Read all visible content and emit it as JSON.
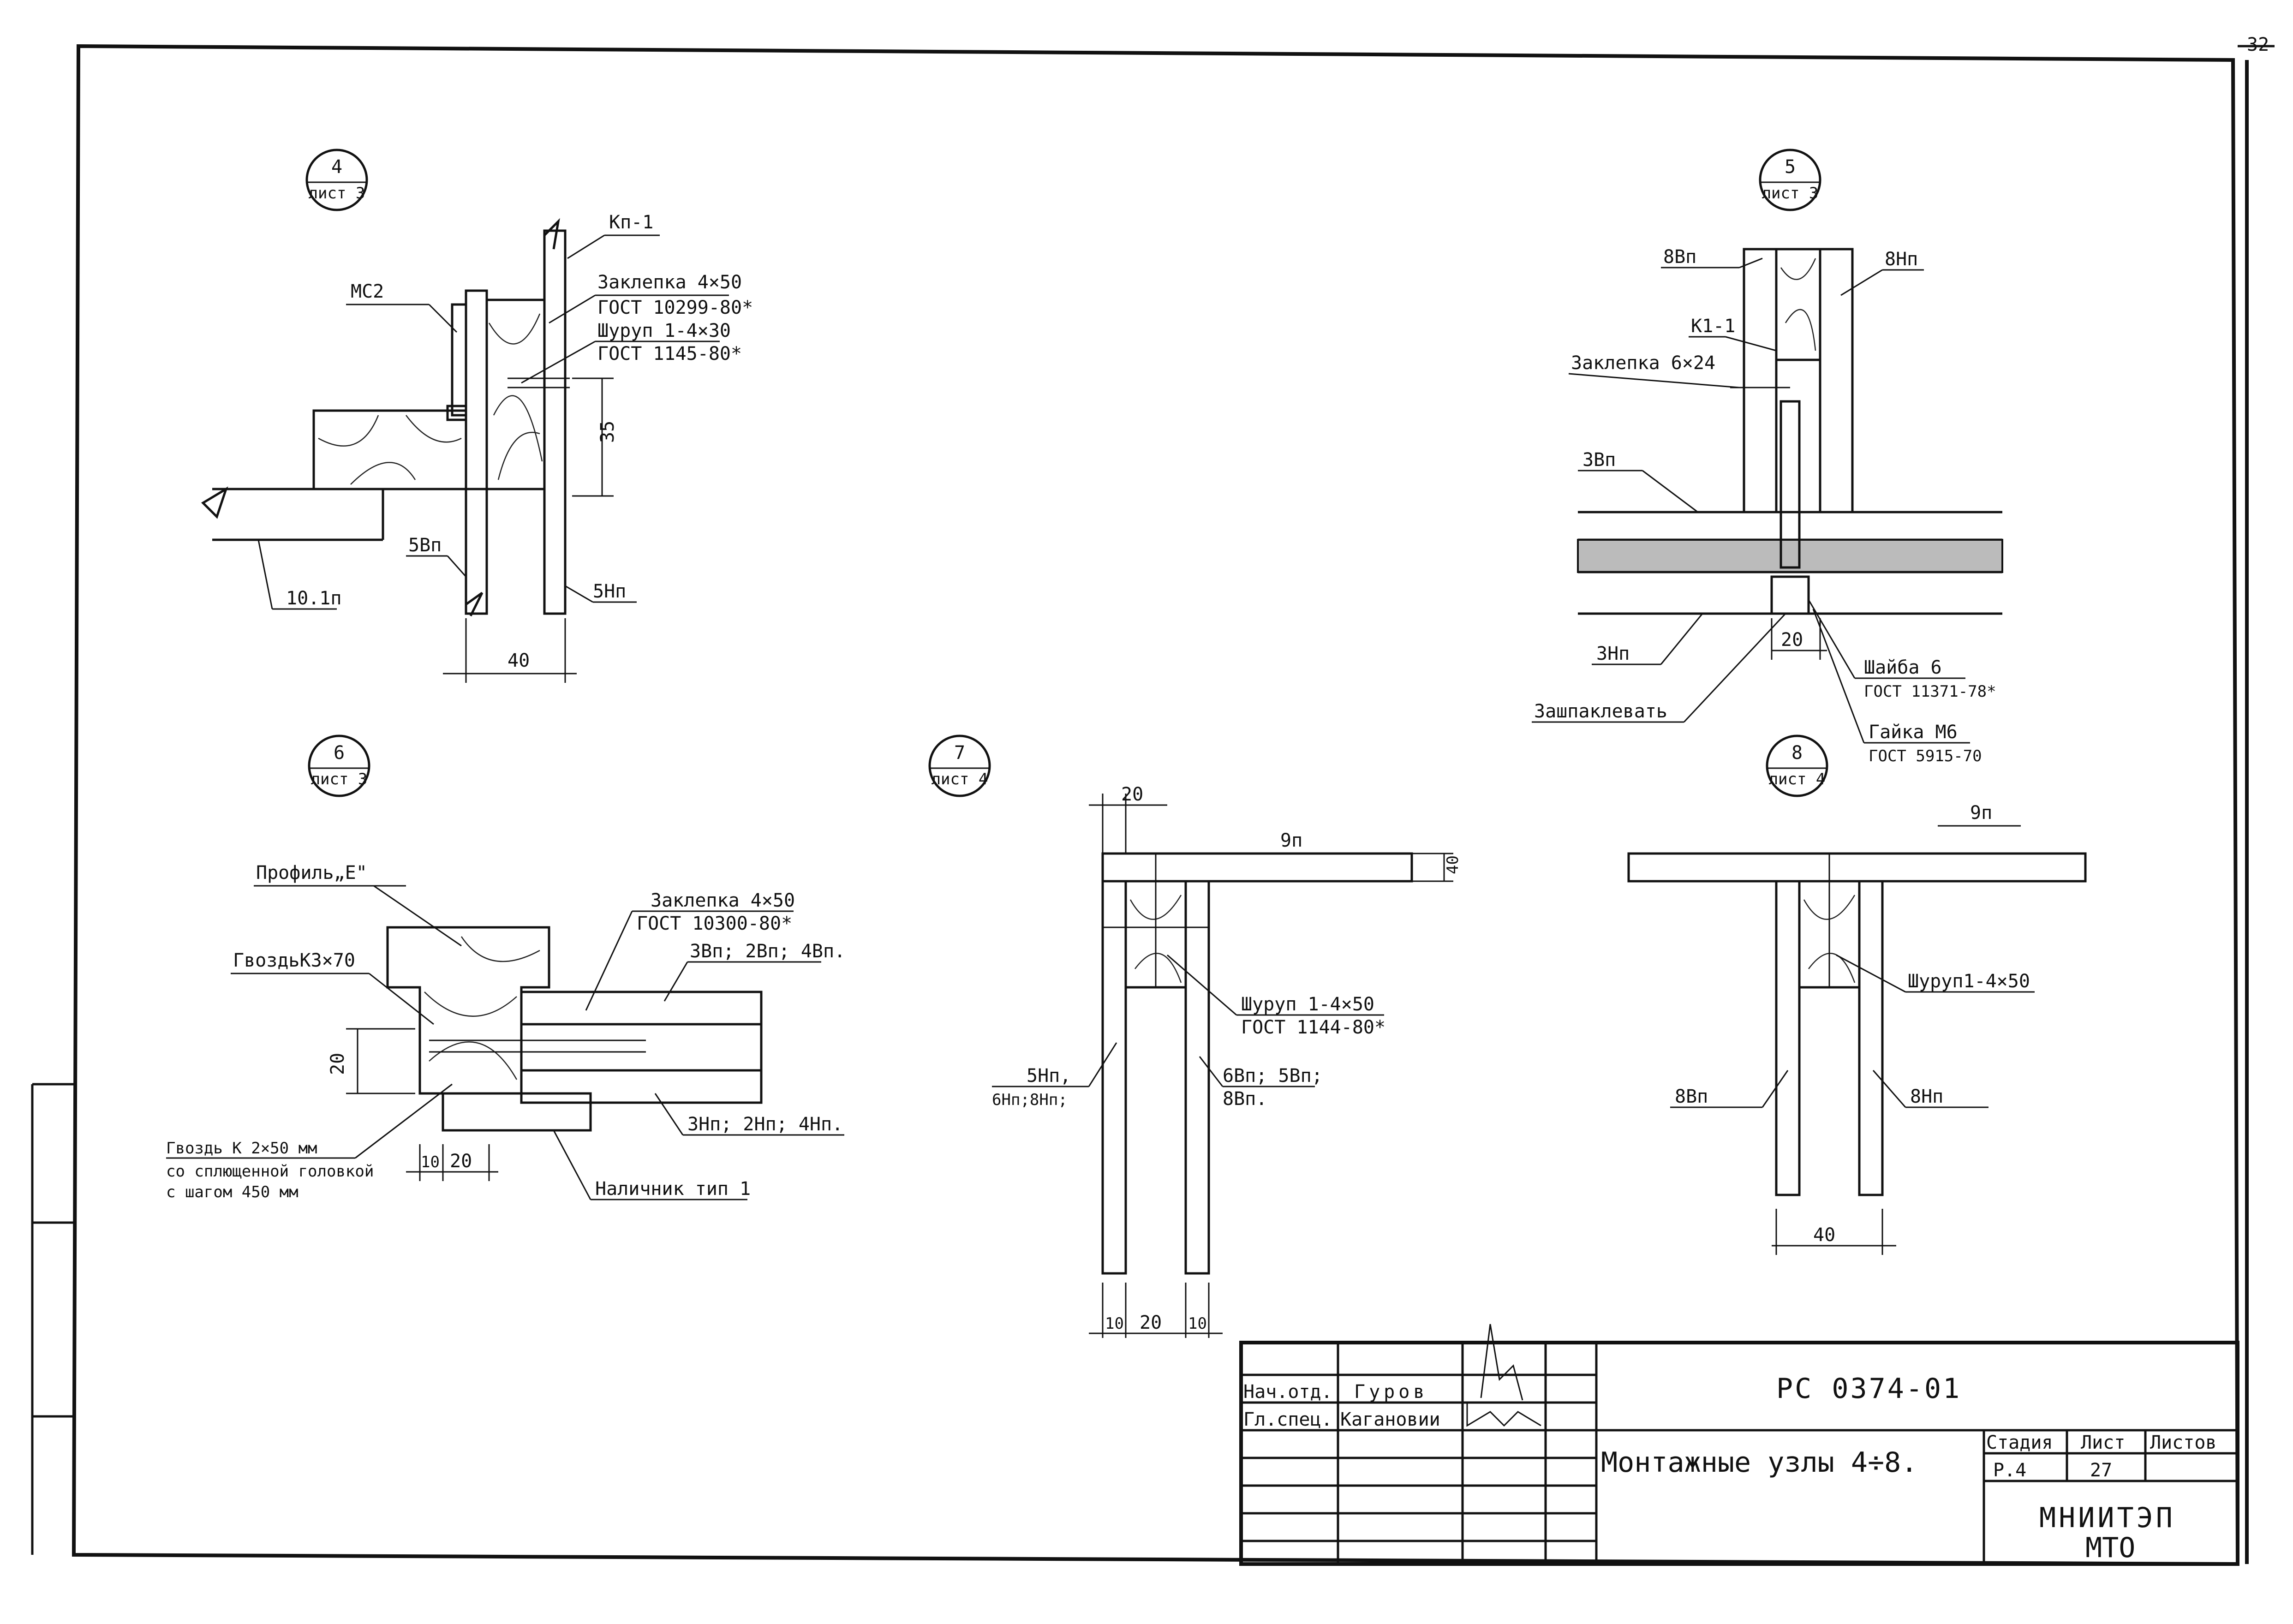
{
  "sheet_number": "32",
  "details": [
    {
      "num": "4",
      "sheet": "лист 3"
    },
    {
      "num": "5",
      "sheet": "лист 3"
    },
    {
      "num": "6",
      "sheet": "лист 3"
    },
    {
      "num": "7",
      "sheet": "лист 4"
    },
    {
      "num": "8",
      "sheet": "лист 4"
    }
  ],
  "node4": {
    "kp1": "Кп-1",
    "mc2": "МС2",
    "rivet": "Заклепка 4×50",
    "rivet_std": "ГОСТ 10299-80*",
    "screw": "Шуруп 1-4×30",
    "screw_std": "ГОСТ 1145-80*",
    "dim35": "35",
    "p5vp": "5Вп",
    "p5np": "5Нп",
    "p10": "10.1п",
    "dim40": "40"
  },
  "node5": {
    "p8vp": "8Вп",
    "p8np": "8Нп",
    "k11": "К1-1",
    "rivet": "Заклепка 6×24",
    "p3vp": "3Вп",
    "p3np": "3Нп",
    "dim20": "20",
    "washer": "Шайба 6",
    "washer_std": "ГОСТ 11371-78*",
    "nut": "Гайка М6",
    "nut_std": "ГОСТ 5915-70",
    "putty": "Зашпаклевать"
  },
  "node6": {
    "profile": "Профиль„Е\"",
    "nail1": "ГвоздьК3×70",
    "rivet": "Заклепка 4×50",
    "rivet_std": "ГОСТ 10300-80*",
    "panels_top": "3Вп; 2Вп; 4Вп.",
    "dim20v": "20",
    "panels_bot": "3Нп; 2Нп; 4Нп.",
    "nail2_l1": "Гвоздь К 2×50 мм",
    "nail2_l2": "со сплющенной головкой",
    "nail2_l3": "с шагом 450 мм",
    "dim10": "10",
    "dim20": "20",
    "trim": "Наличник тип 1"
  },
  "node7": {
    "dim20": "20",
    "p9": "9п",
    "dim40": "40",
    "screw": "Шуруп 1-4×50",
    "screw_std": "ГОСТ 1144-80*",
    "left1": "5Нп,",
    "left2": "6Нп;8Нп;",
    "right1": "6Вп; 5Вп;",
    "right2": "8Вп.",
    "d1": "10",
    "d2": "20",
    "d3": "10"
  },
  "node8": {
    "p9": "9п",
    "screw": "Шуруп1-4×50",
    "p8vp": "8Вп",
    "p8np": "8Нп",
    "dim40": "40"
  },
  "title_block": {
    "rows": [
      {
        "role": "Нач.отд.",
        "name": "Гуров"
      },
      {
        "role": "Гл.спец.",
        "name": "Кагановии"
      }
    ],
    "code": "РС 0374-01",
    "title": "Монтажные узлы 4÷8.",
    "stage_h": "Стадия",
    "sheet_h": "Лист",
    "sheets_h": "Листов",
    "stage": "Р.4",
    "sheet": "27",
    "sheets": "",
    "org1": "МНИИТЭП",
    "org2": "МТО"
  }
}
